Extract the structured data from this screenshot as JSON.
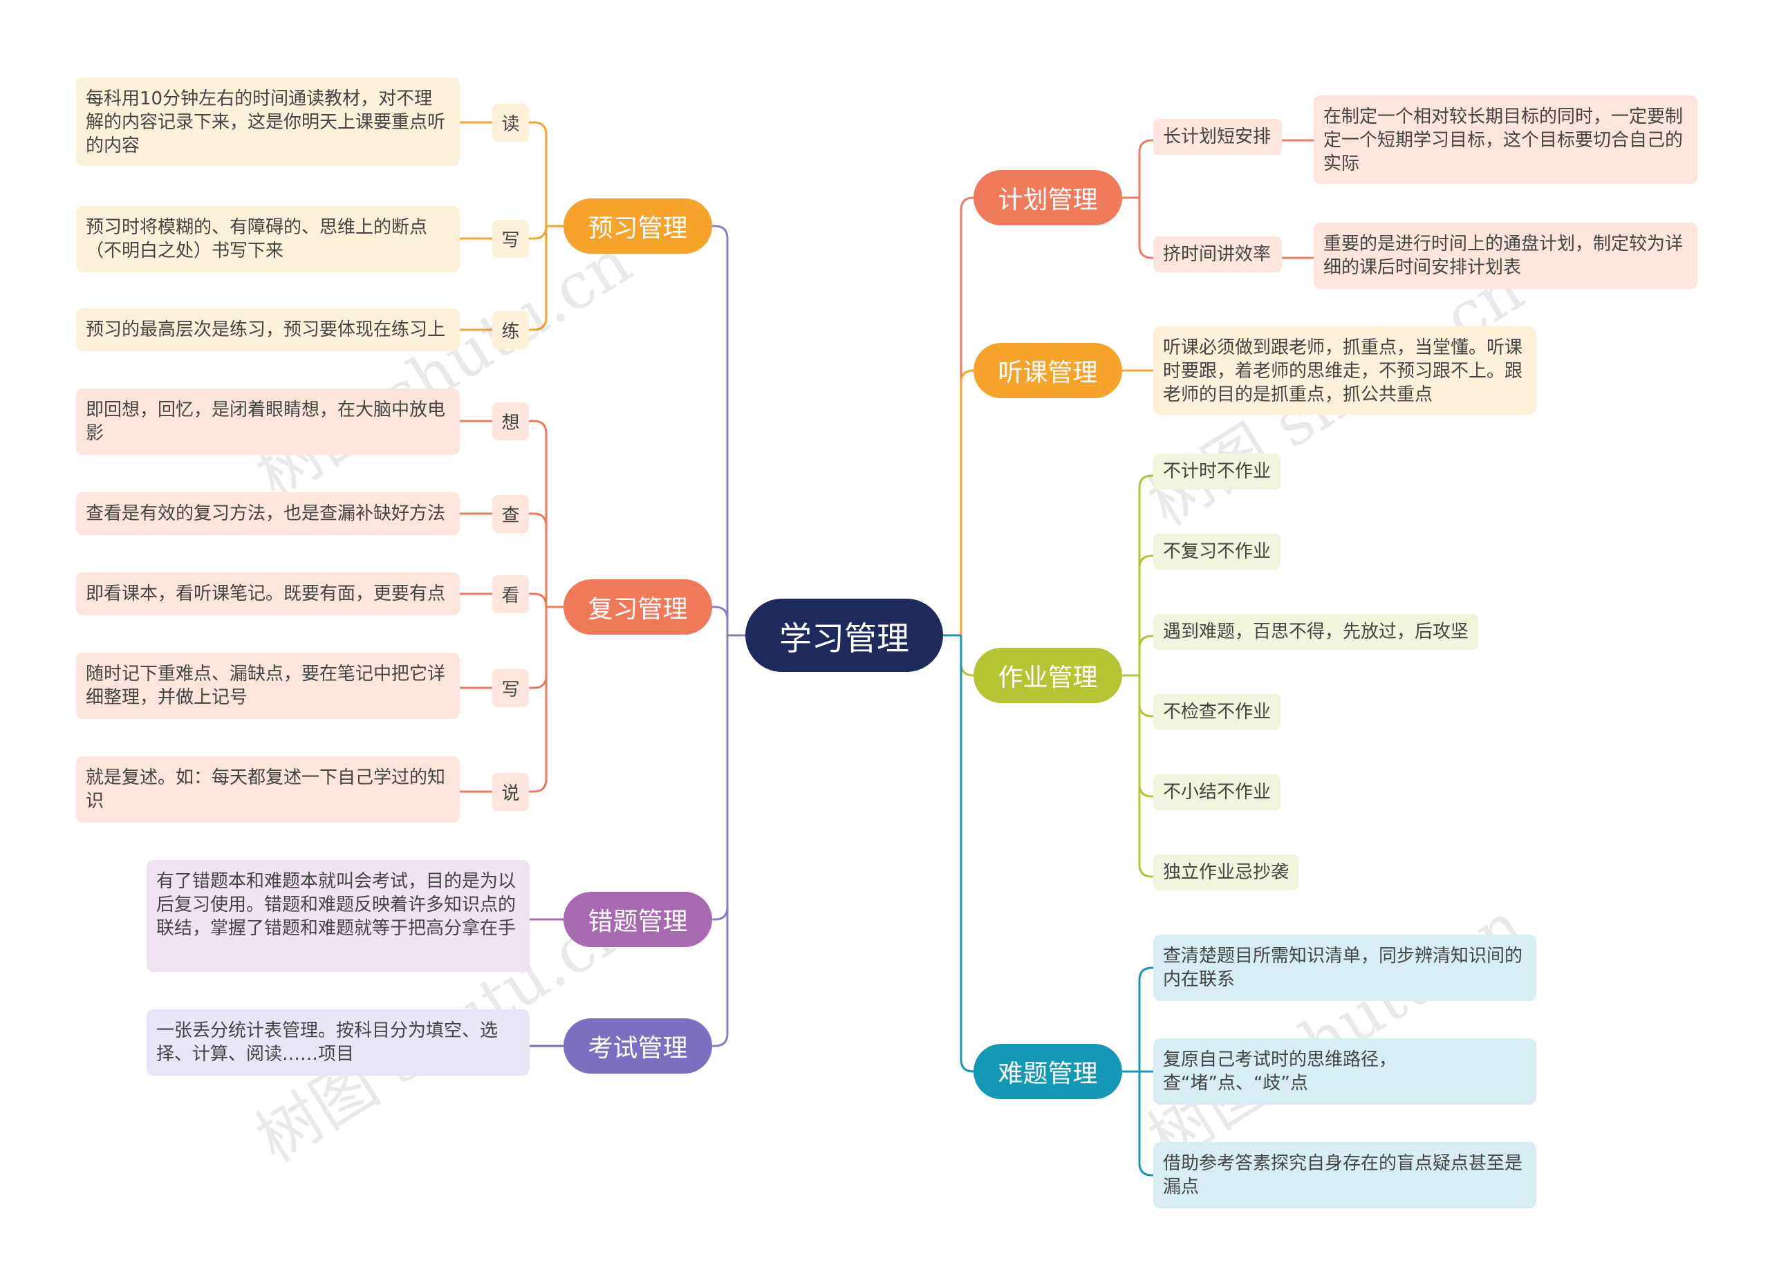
{
  "center": "学习管理",
  "watermark": "树图 shutu.cn",
  "colors": {
    "center": "#1f2a5c",
    "preview": "#f5a32b",
    "review": "#f0795a",
    "mistake": "#a769b0",
    "exam": "#7a6fc0",
    "plan": "#ef7b5c",
    "listen": "#f5a32b",
    "homework": "#b5c432",
    "hard": "#1598b5"
  },
  "left": {
    "preview": {
      "label": "预习管理",
      "items": [
        {
          "key": "读",
          "text": "每科用10分钟左右的时间通读教材，对不理解的内容记录下来，这是你明天上课要重点听的内容"
        },
        {
          "key": "写",
          "text": "预习时将模糊的、有障碍的、思维上的断点（不明白之处）书写下来"
        },
        {
          "key": "练",
          "text": "预习的最高层次是练习，预习要体现在练习上"
        }
      ]
    },
    "review": {
      "label": "复习管理",
      "items": [
        {
          "key": "想",
          "text": "即回想，回忆，是闭着眼睛想，在大脑中放电影"
        },
        {
          "key": "查",
          "text": "查看是有效的复习方法，也是查漏补缺好方法"
        },
        {
          "key": "看",
          "text": "即看课本，看听课笔记。既要有面，更要有点"
        },
        {
          "key": "写",
          "text": "随时记下重难点、漏缺点，要在笔记中把它详细整理，并做上记号"
        },
        {
          "key": "说",
          "text": "就是复述。如：每天都复述一下自己学过的知识"
        }
      ]
    },
    "mistake": {
      "label": "错题管理",
      "text": "有了错题本和难题本就叫会考试，目的是为以后复习使用。错题和难题反映着许多知识点的联结，掌握了错题和难题就等于把高分拿在手"
    },
    "exam": {
      "label": "考试管理",
      "text": "一张丢分统计表管理。按科目分为填空、选择、计算、阅读……项目"
    }
  },
  "right": {
    "plan": {
      "label": "计划管理",
      "items": [
        {
          "key": "长计划短安排",
          "text": "在制定一个相对较长期目标的同时，一定要制定一个短期学习目标，这个目标要切合自己的实际"
        },
        {
          "key": "挤时间讲效率",
          "text": "重要的是进行时间上的通盘计划，制定较为详细的课后时间安排计划表"
        }
      ]
    },
    "listen": {
      "label": "听课管理",
      "text": "听课必须做到跟老师，抓重点，当堂懂。听课时要跟，着老师的思维走，不预习跟不上。跟老师的目的是抓重点，抓公共重点"
    },
    "homework": {
      "label": "作业管理",
      "items": [
        "不计时不作业",
        "不复习不作业",
        "遇到难题，百思不得，先放过，后攻坚",
        "不检查不作业",
        "不小结不作业",
        "独立作业忌抄袭"
      ]
    },
    "hard": {
      "label": "难题管理",
      "items": [
        "查清楚题目所需知识清单，同步辨清知识间的内在联系",
        "复原自己考试时的思维路径，查“堵”点、“歧”点",
        "借助参考答素探究自身存在的盲点疑点甚至是漏点"
      ]
    }
  }
}
